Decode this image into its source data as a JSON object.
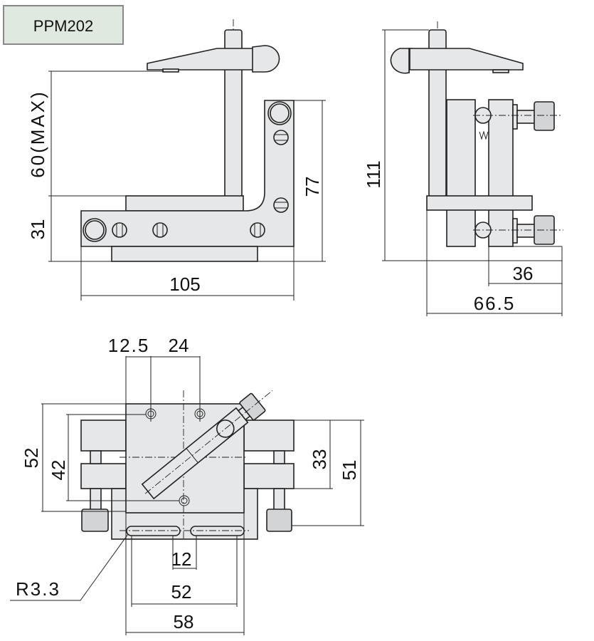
{
  "model_label": "PPM202",
  "colors": {
    "label_bg": "#dfe9df",
    "part_fill": "#e6e7e8",
    "line": "#222222"
  },
  "front_view": {
    "dim_height_max": "60(MAX)",
    "dim_base_height": "31",
    "dim_bracket_height": "77",
    "dim_width": "105"
  },
  "side_view": {
    "dim_total_height": "111",
    "dim_stage_depth": "36",
    "dim_total_depth": "66.5"
  },
  "top_view": {
    "dim_hole_offset": "12.5",
    "dim_hole_spacing": "24",
    "dim_outer_height": "52",
    "dim_hole_height": "42",
    "dim_block_height": "33",
    "dim_screw_span": "51",
    "dim_slot_gap": "12",
    "dim_slot_span": "52",
    "dim_base_width": "58",
    "dim_slot_radius": "R3.3"
  }
}
